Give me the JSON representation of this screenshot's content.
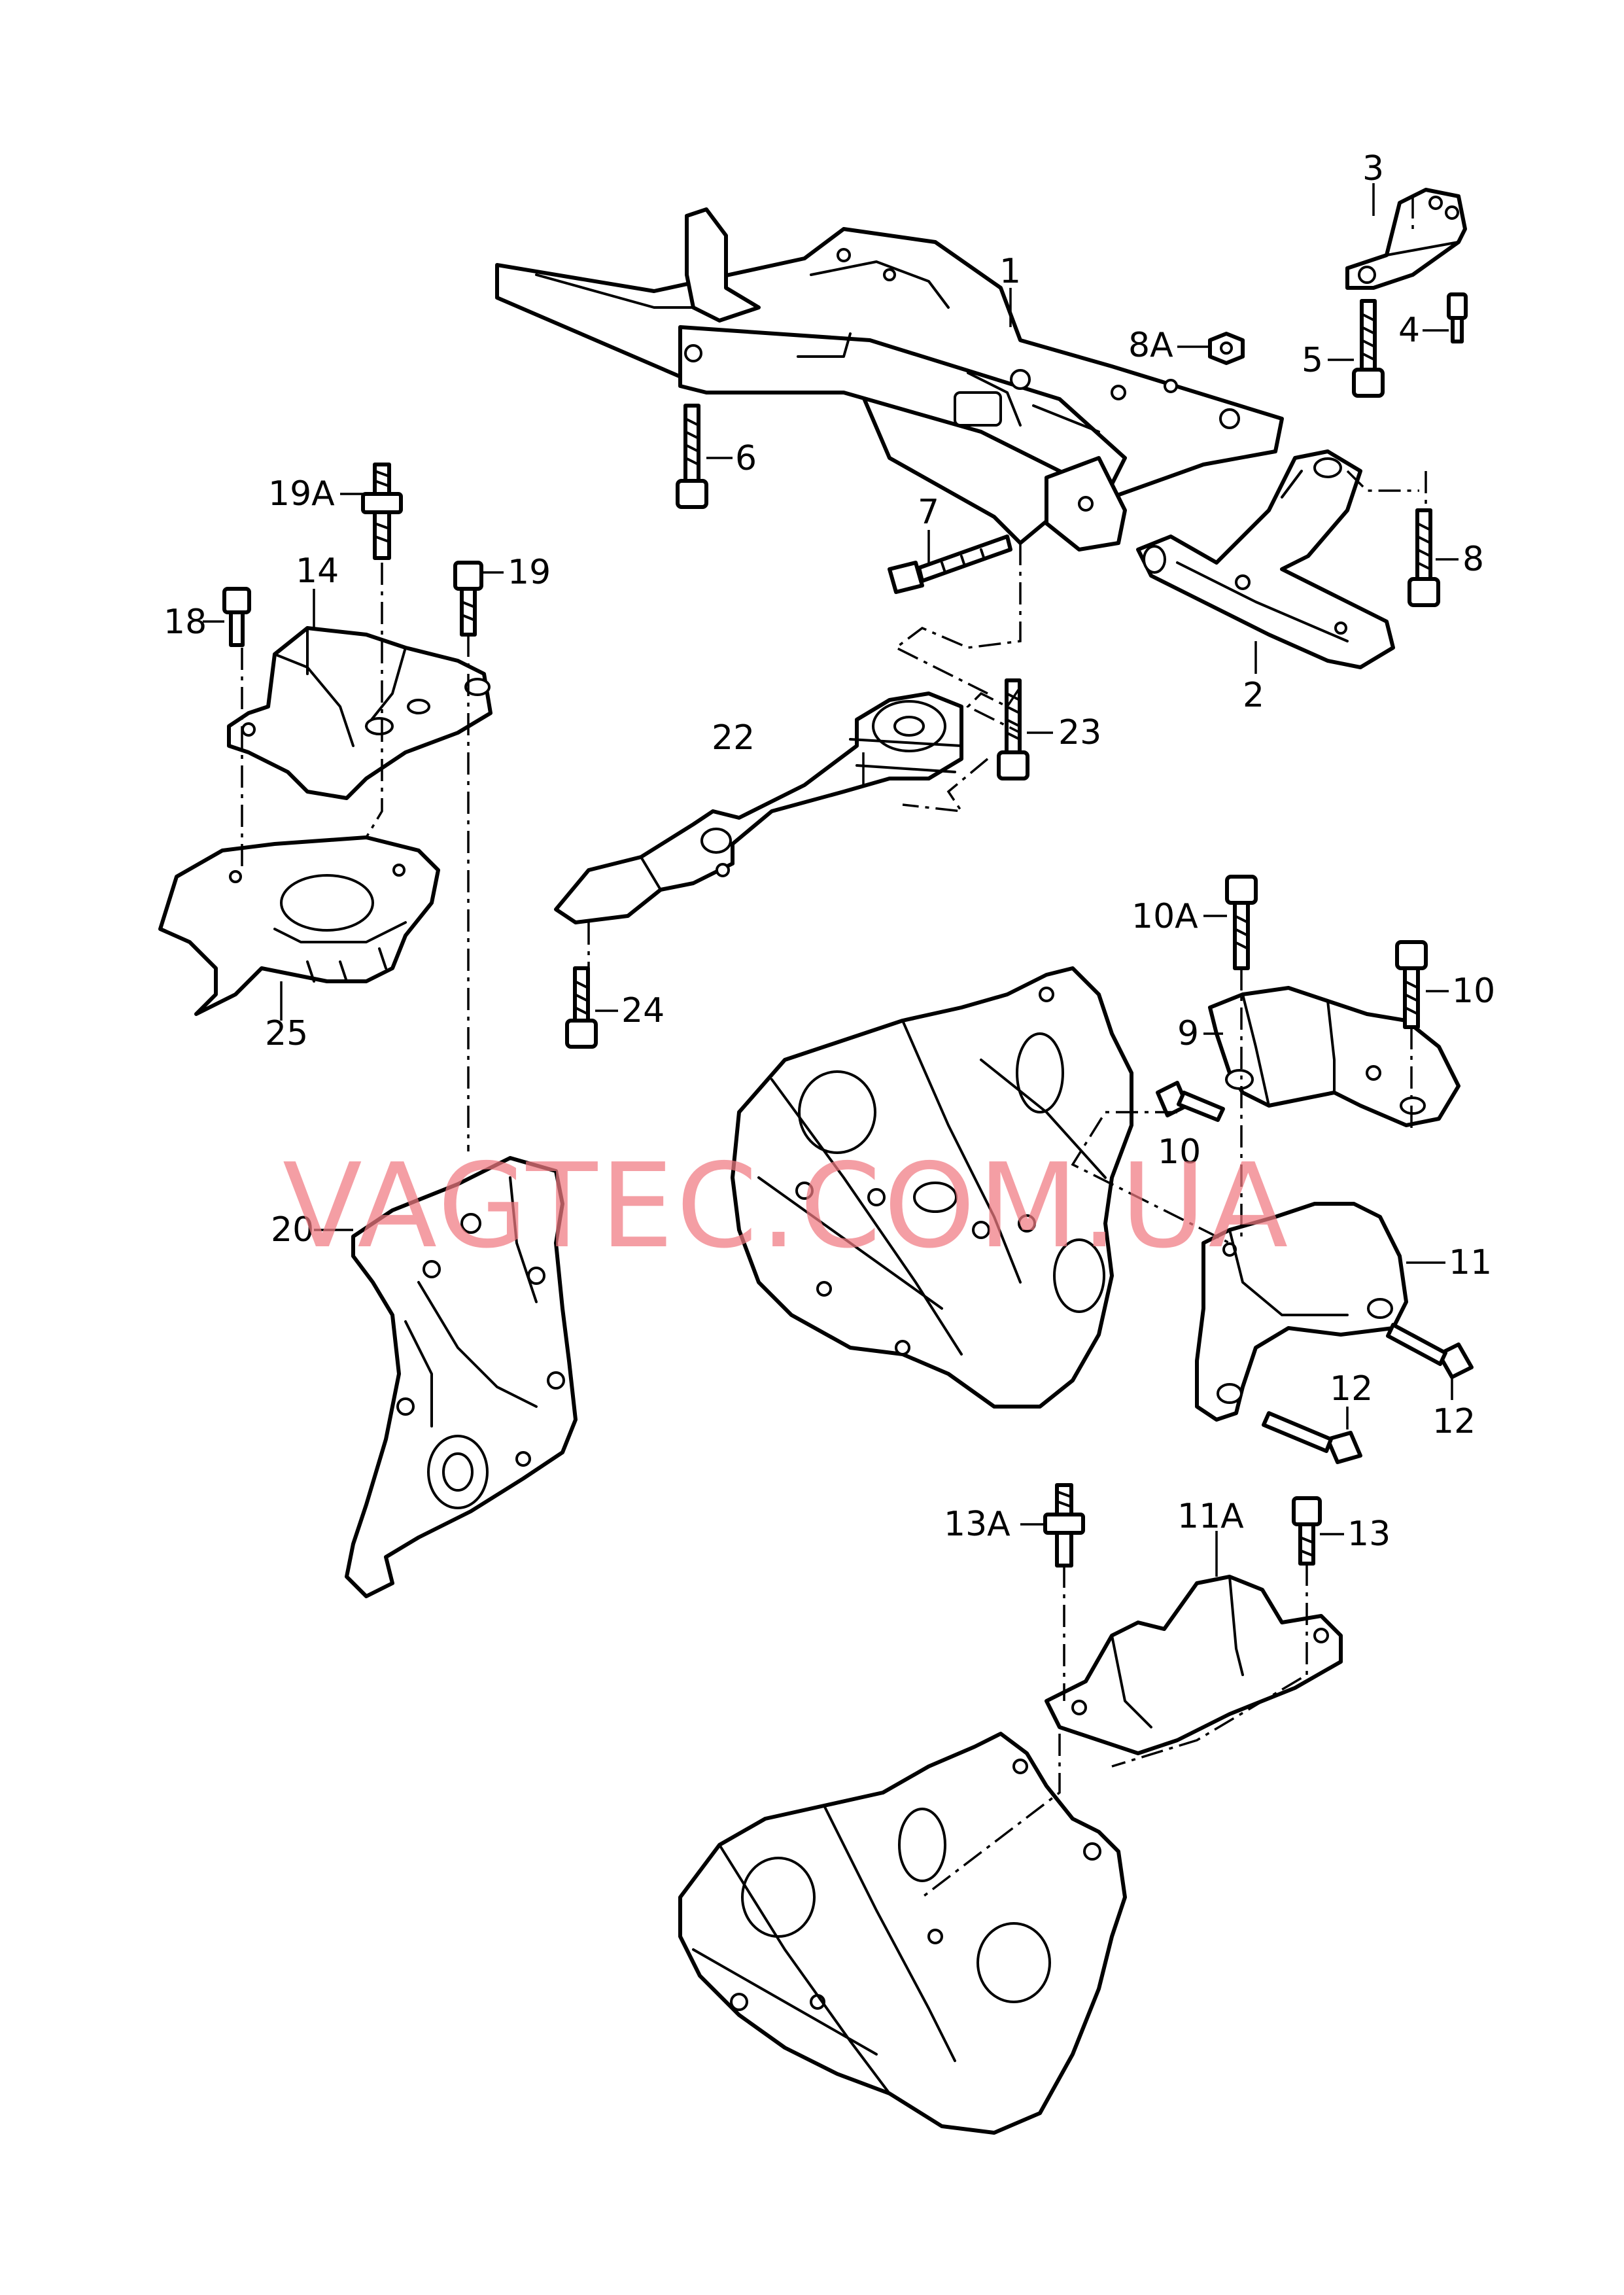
{
  "callouts": {
    "c1": "1",
    "c2": "2",
    "c3": "3",
    "c4": "4",
    "c5": "5",
    "c6": "6",
    "c7": "7",
    "c8": "8",
    "c8a": "8A",
    "c9": "9",
    "c10a": "10A",
    "c10": "10",
    "c10b": "10",
    "c11": "11",
    "c11a": "11A",
    "c12": "12",
    "c12b": "12",
    "c13": "13",
    "c13a": "13A",
    "c14": "14",
    "c18": "18",
    "c19": "19",
    "c19a": "19A",
    "c20": "20",
    "c22": "22",
    "c23": "23",
    "c24": "24",
    "c25": "25"
  },
  "watermark": "VAGTEC.COM.UA"
}
